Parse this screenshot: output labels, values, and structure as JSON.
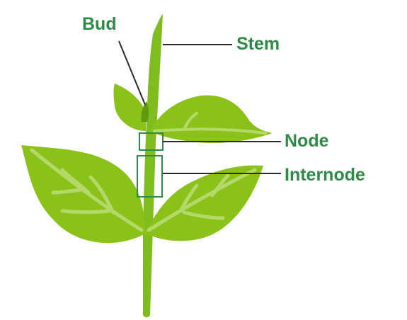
{
  "labels": {
    "bud": "Bud",
    "stem": "Stem",
    "node": "Node",
    "internode": "Internode"
  },
  "colors": {
    "label_text": "#2e8b47",
    "leaf_main": "#8bc21a",
    "leaf_dark": "#78b016",
    "vein": "#b4d96a",
    "stem": "#7fbd1f",
    "box_outline": "#2e8b47",
    "leader_line": "#2a2a2a"
  }
}
